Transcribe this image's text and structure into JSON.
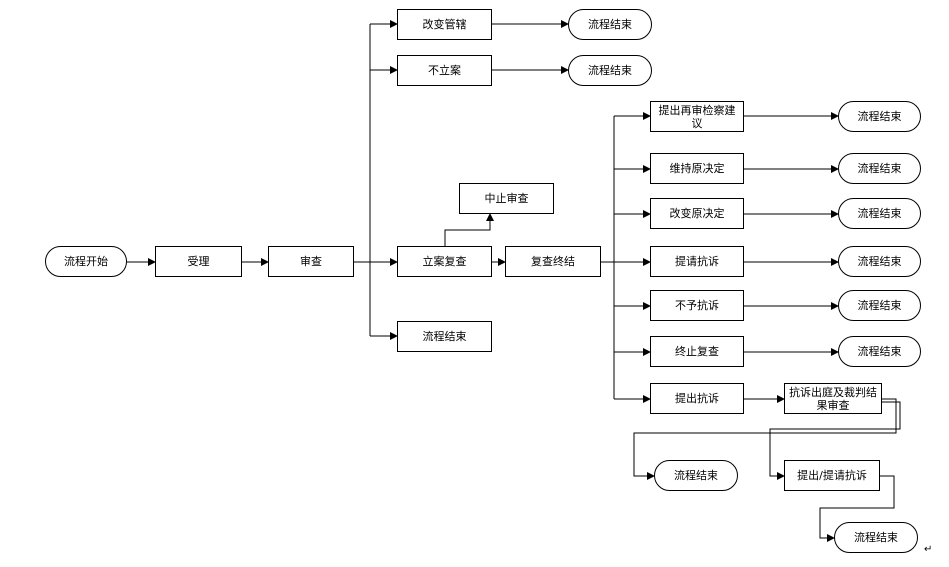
{
  "nodes": {
    "start": "流程开始",
    "accept": "受理",
    "review": "审查",
    "change_jurisdiction": "改变管辖",
    "no_case": "不立案",
    "case_review": "立案复查",
    "end_direct": "流程结束",
    "suspend_review": "中止审查",
    "review_conclusion": "复查终结",
    "retrial_suggestion": "提出再审检察建议",
    "maintain_decision": "维持原决定",
    "change_decision": "改变原决定",
    "request_protest": "提请抗诉",
    "no_protest": "不予抗诉",
    "terminate_review": "终止复查",
    "file_protest": "提出抗诉",
    "protest_court_review": "抗诉出庭及裁判结果审查",
    "file_request_protest": "提出/提请抗诉"
  },
  "end_label": "流程结束",
  "return_mark": "↵"
}
